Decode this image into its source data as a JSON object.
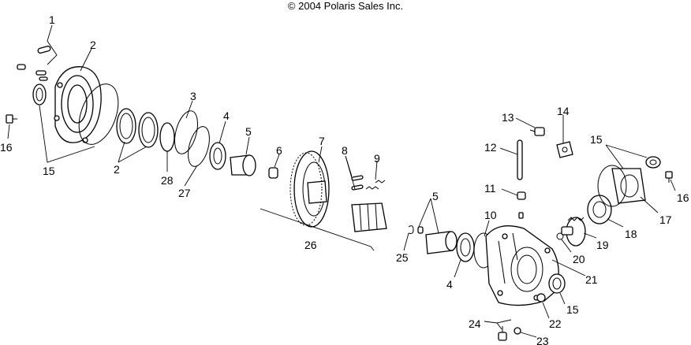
{
  "header": {
    "copyright": "© 2004 Polaris Sales Inc."
  },
  "callouts": [
    {
      "id": "c1",
      "label": "1"
    },
    {
      "id": "c2a",
      "label": "2"
    },
    {
      "id": "c2b",
      "label": "2"
    },
    {
      "id": "c3",
      "label": "3"
    },
    {
      "id": "c4a",
      "label": "4"
    },
    {
      "id": "c4b",
      "label": "4"
    },
    {
      "id": "c5a",
      "label": "5"
    },
    {
      "id": "c5b",
      "label": "5"
    },
    {
      "id": "c6",
      "label": "6"
    },
    {
      "id": "c7",
      "label": "7"
    },
    {
      "id": "c8",
      "label": "8"
    },
    {
      "id": "c9",
      "label": "9"
    },
    {
      "id": "c10",
      "label": "10"
    },
    {
      "id": "c11",
      "label": "11"
    },
    {
      "id": "c12",
      "label": "12"
    },
    {
      "id": "c13",
      "label": "13"
    },
    {
      "id": "c14",
      "label": "14"
    },
    {
      "id": "c15a",
      "label": "15"
    },
    {
      "id": "c15b",
      "label": "15"
    },
    {
      "id": "c15c",
      "label": "15"
    },
    {
      "id": "c16a",
      "label": "16"
    },
    {
      "id": "c16b",
      "label": "16"
    },
    {
      "id": "c17",
      "label": "17"
    },
    {
      "id": "c18",
      "label": "18"
    },
    {
      "id": "c19",
      "label": "19"
    },
    {
      "id": "c20",
      "label": "20"
    },
    {
      "id": "c21",
      "label": "21"
    },
    {
      "id": "c22",
      "label": "22"
    },
    {
      "id": "c23",
      "label": "23"
    },
    {
      "id": "c24",
      "label": "24"
    },
    {
      "id": "c25",
      "label": "25"
    },
    {
      "id": "c26",
      "label": "26"
    },
    {
      "id": "c27",
      "label": "27"
    },
    {
      "id": "c28",
      "label": "28"
    }
  ]
}
